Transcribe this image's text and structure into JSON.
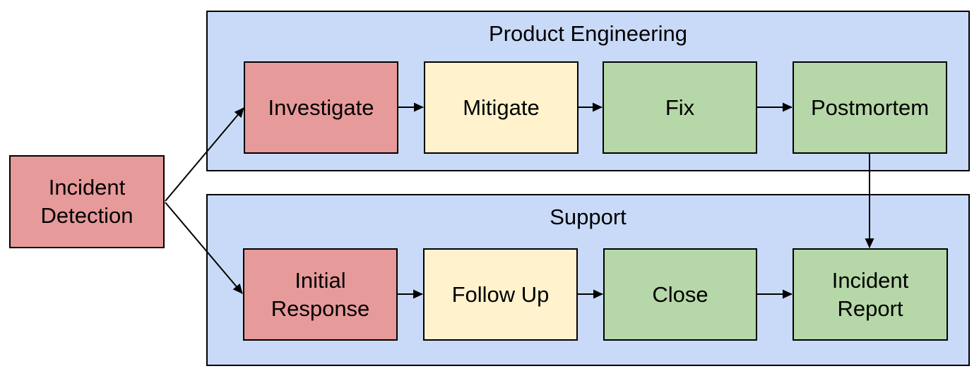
{
  "diagram": {
    "type": "flowchart",
    "colors": {
      "lane_fill": "#C9DAF8",
      "node_red": "#E79A9A",
      "node_yellow": "#FFF2CC",
      "node_green": "#B6D7A8",
      "border": "#000000",
      "text": "#000000",
      "canvas_bg": "#FFFFFF"
    },
    "lanes": {
      "product_engineering": {
        "title": "Product Engineering"
      },
      "support": {
        "title": "Support"
      }
    },
    "nodes": {
      "incident_detection": {
        "label": "Incident\nDetection",
        "color_role": "red"
      },
      "investigate": {
        "label": "Investigate",
        "color_role": "red"
      },
      "mitigate": {
        "label": "Mitigate",
        "color_role": "yellow"
      },
      "fix": {
        "label": "Fix",
        "color_role": "green"
      },
      "postmortem": {
        "label": "Postmortem",
        "color_role": "green"
      },
      "initial_response": {
        "label": "Initial\nResponse",
        "color_role": "red"
      },
      "follow_up": {
        "label": "Follow Up",
        "color_role": "yellow"
      },
      "close": {
        "label": "Close",
        "color_role": "green"
      },
      "incident_report": {
        "label": "Incident\nReport",
        "color_role": "green"
      }
    },
    "edges": [
      {
        "from": "incident_detection",
        "to": "investigate"
      },
      {
        "from": "incident_detection",
        "to": "initial_response"
      },
      {
        "from": "investigate",
        "to": "mitigate"
      },
      {
        "from": "mitigate",
        "to": "fix"
      },
      {
        "from": "fix",
        "to": "postmortem"
      },
      {
        "from": "postmortem",
        "to": "incident_report"
      },
      {
        "from": "initial_response",
        "to": "follow_up"
      },
      {
        "from": "follow_up",
        "to": "close"
      },
      {
        "from": "close",
        "to": "incident_report"
      }
    ]
  }
}
